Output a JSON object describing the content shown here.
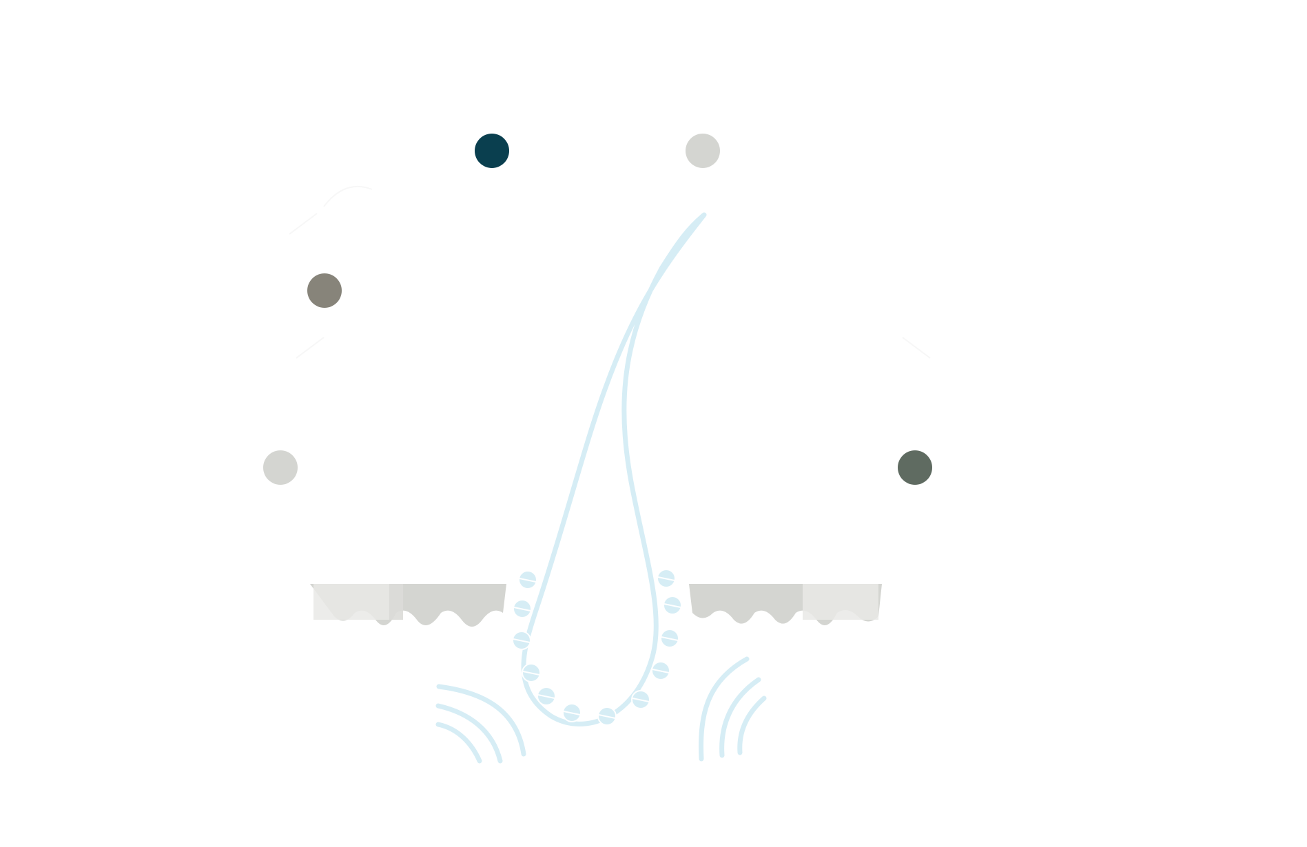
{
  "diagram": {
    "subject": "hair-follicle",
    "labels": [],
    "markers": [
      {
        "id": "marker-1",
        "color": "#0a3f4f"
      },
      {
        "id": "marker-2",
        "color": "#d4d5d1"
      },
      {
        "id": "marker-3",
        "color": "#87847a"
      },
      {
        "id": "marker-4",
        "color": "#d4d5d1"
      },
      {
        "id": "marker-5",
        "color": "#5f6b61"
      }
    ],
    "colors": {
      "hair_outline": "#d6edf5",
      "skin_layer": "#d4d5d1",
      "skin_highlight": "#e9e9e6",
      "background": "#ffffff"
    }
  }
}
